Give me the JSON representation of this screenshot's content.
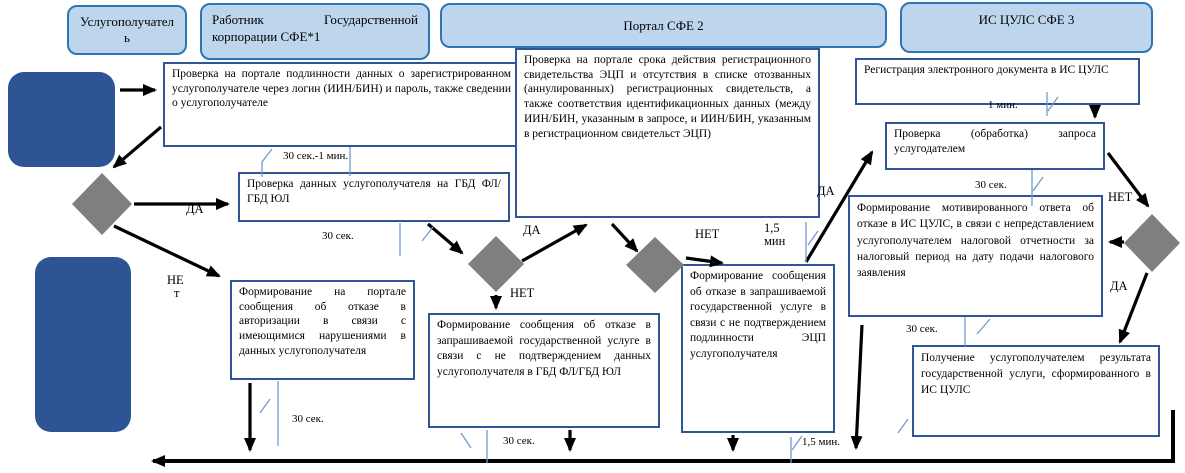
{
  "diagram": {
    "lanes": {
      "recipient": "Услугополучатель",
      "worker": "Работник Государственной корпорации СФЕ*1",
      "portal": "Портал СФЕ 2",
      "is_culs": "ИС ЦУЛС СФЕ 3"
    },
    "steps": {
      "login_check": "Проверка на портале подлинности данных о зарегистрированном услугополучателе через логин (ИИН/БИН) и пароль, также сведении о услугополучателе",
      "gbd_check": "Проверка данных услугополучателя на ГБД ФЛ/ГБД ЮЛ",
      "ecp_check": "Проверка на портале срока действия регистрационного свидетельства ЭЦП и отсутствия в списке отозванных (аннулированных) регистрационных свидетельств, а также соответствия идентификационных данных (между ИИН/БИН, указанным в запросе, и ИИН/БИН, указанным в регистрационном свидетельст ЭЦП)",
      "registration": "Регистрация электронного документа в ИС ЦУЛС",
      "request_processing": "Проверка (обработка) запроса услугодателем",
      "motivated_refusal": "Формирование мотивированного ответа об отказе в ИС ЦУЛС, в связи с непредставлением услугополучателем налоговой отчетности за налоговый период на дату подачи налогового заявления",
      "auth_refusal": "Формирование на портале сообщения об отказе в авторизации в связи с имеющимися нарушениями в данных услугополучателя",
      "gbd_refusal": "Формирование сообщения об отказе в запрашиваемой государственной услуге в связи с не подтверждением данных услугополучателя в ГБД ФЛ/ГБД ЮЛ",
      "ecp_refusal": "Формирование сообщения об отказе в запрашиваемой государственной услуге в связи с не подтверждением подлинности ЭЦП услугополучателя",
      "result_receipt": "Получение услугополучателем результата государственной услуги, сформированного в ИС ЦУЛС"
    },
    "edge_labels": {
      "d1_yes": "ДА",
      "d1_no_line1": "НЕ",
      "d1_no_line2": "т",
      "d2_yes": "ДА",
      "d2_no": "НЕТ",
      "d3_no": "НЕТ",
      "d3_yes": "ДА",
      "d3_yes_time_line1": "1,5",
      "d3_yes_time_line2": "мин",
      "d4_no": "НЕТ",
      "d4_yes": "ДА"
    },
    "timings": {
      "login_check": "30 сек.-1 мин.",
      "gbd_check": "30 сек.",
      "auth_refusal": "30 сек.",
      "gbd_refusal": "30 сек.",
      "ecp_refusal": "1,5 мин.",
      "registration": "1 мин.",
      "request_processing": "30 сек.",
      "motivated_refusal": "30 сек."
    },
    "colors": {
      "lane_fill": "#bdd6ee",
      "lane_border": "#2e75b5",
      "box_border": "#2f5597",
      "terminator_fill": "#2f5496",
      "diamond_fill": "#7f7f7f",
      "arrow": "#000000",
      "callout_line": "#6f9bd1"
    }
  }
}
